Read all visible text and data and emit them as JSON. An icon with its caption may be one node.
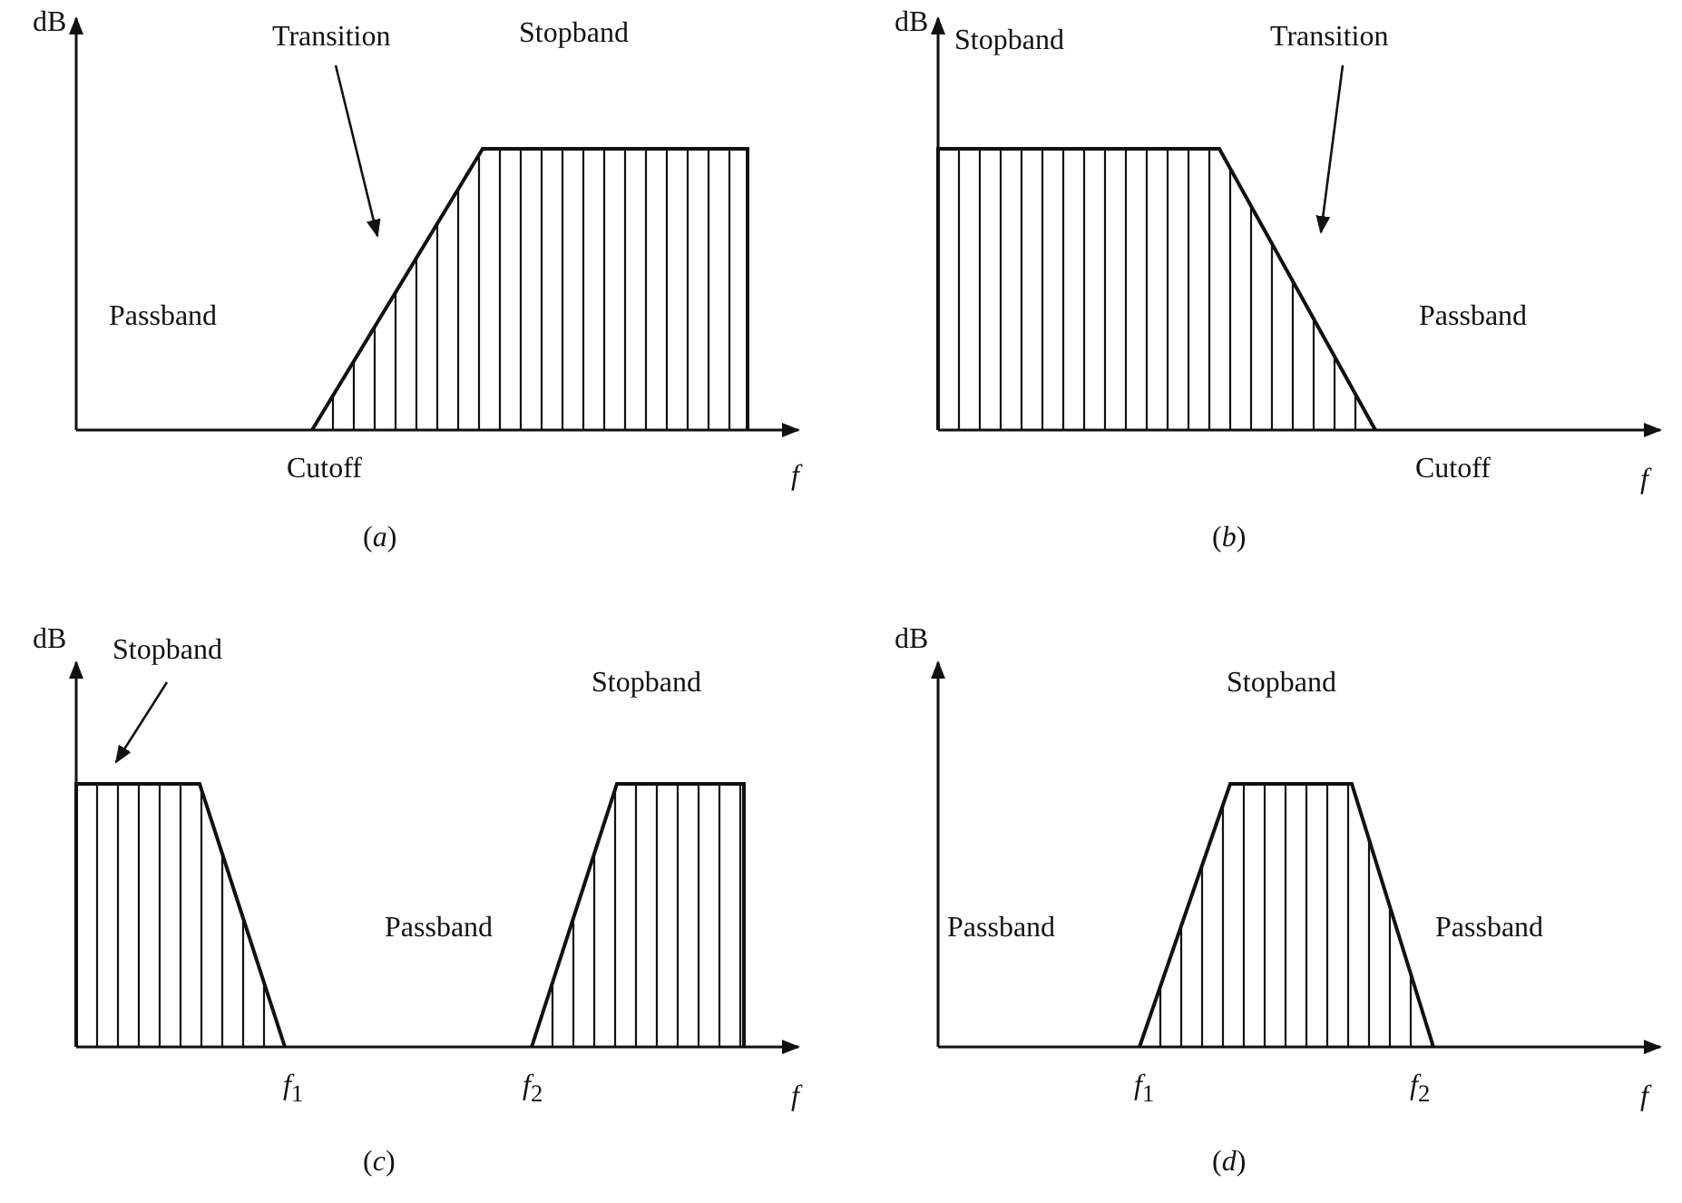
{
  "diagram": {
    "nodes": [
      {
        "text": [
          "Transition"
        ]
      },
      {
        "text": [
          "Transition"
        ]
      },
      {
        "text": [
          "Stopband"
        ]
      }
    ],
    "edges": [
      {
        "from": 0,
        "to": null,
        "arrow": "to"
      },
      {
        "from": 1,
        "to": null,
        "arrow": "to"
      },
      {
        "from": 2,
        "to": null,
        "arrow": "to"
      }
    ],
    "labels": [
      "dB",
      "Stopband",
      "Passband",
      "Cutoff",
      "*f*",
      "(*a*)",
      "dB",
      "Stopband",
      "Passband",
      "Cutoff",
      "*f*",
      "(*b*)",
      "dB",
      "Stopband",
      "Passband",
      "*f*$_{1}$",
      "*f*$_{2}$",
      "*f*",
      "(*c*)",
      "dB",
      "Stopband",
      "Passband",
      "Passband",
      "*f*$_{1}$",
      "*f*$_{2}$",
      "*f*",
      "(*d*)"
    ]
  }
}
